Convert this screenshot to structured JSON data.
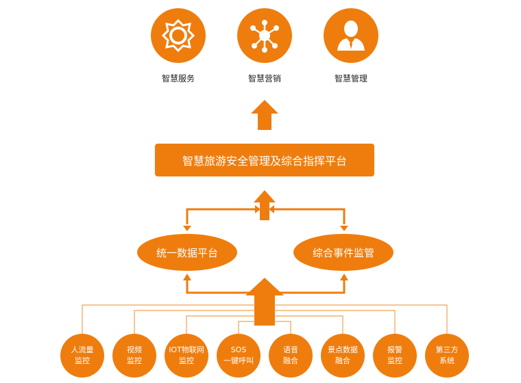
{
  "top_items": [
    {
      "label": "智慧服务",
      "icon": "gear-icon"
    },
    {
      "label": "智慧营销",
      "icon": "network-icon"
    },
    {
      "label": "智慧管理",
      "icon": "manager-icon"
    }
  ],
  "platform": {
    "label": "智慧旅游安全管理及综合指挥平台"
  },
  "middle": {
    "left": "统一数据平台",
    "right": "综合事件监管"
  },
  "sources": [
    {
      "line1": "人流量",
      "line2": "监控"
    },
    {
      "line1": "视频",
      "line2": "监控"
    },
    {
      "line1": "IOT物联网",
      "line2": "监控"
    },
    {
      "line1": "SOS",
      "line2": "一键呼叫"
    },
    {
      "line1": "语音",
      "line2": "融合"
    },
    {
      "line1": "景点数据",
      "line2": "融合"
    },
    {
      "line1": "报警",
      "line2": "监控"
    },
    {
      "line1": "第三方",
      "line2": "系统"
    }
  ],
  "colors": {
    "accent": "#ee7d0e",
    "background": "#ffffff"
  }
}
